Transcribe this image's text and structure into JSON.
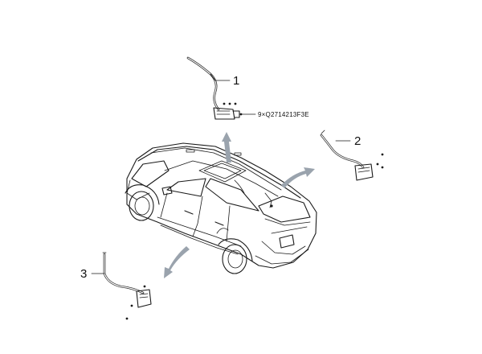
{
  "callouts": [
    {
      "number": "1"
    },
    {
      "number": "2"
    },
    {
      "number": "3"
    }
  ],
  "fastener_spec": "9×Q2714213F3E"
}
